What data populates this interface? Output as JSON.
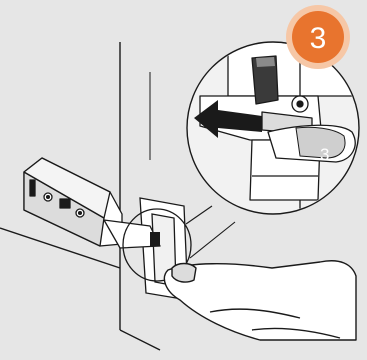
{
  "step": {
    "number": "3",
    "badge_color": "#e8742e",
    "badge_ring": "#f6c7a6"
  },
  "hint": {
    "ghost_number": "3"
  },
  "icons": {
    "direction": "arrow-left-icon",
    "hinge": "cabinet-hinge",
    "detail": "magnifier-callout"
  },
  "colors": {
    "background": "#e6e6e6",
    "line": "#1a1a1a",
    "hinge_fill": "#ffffff",
    "hinge_shade": "#cfcfcf"
  }
}
